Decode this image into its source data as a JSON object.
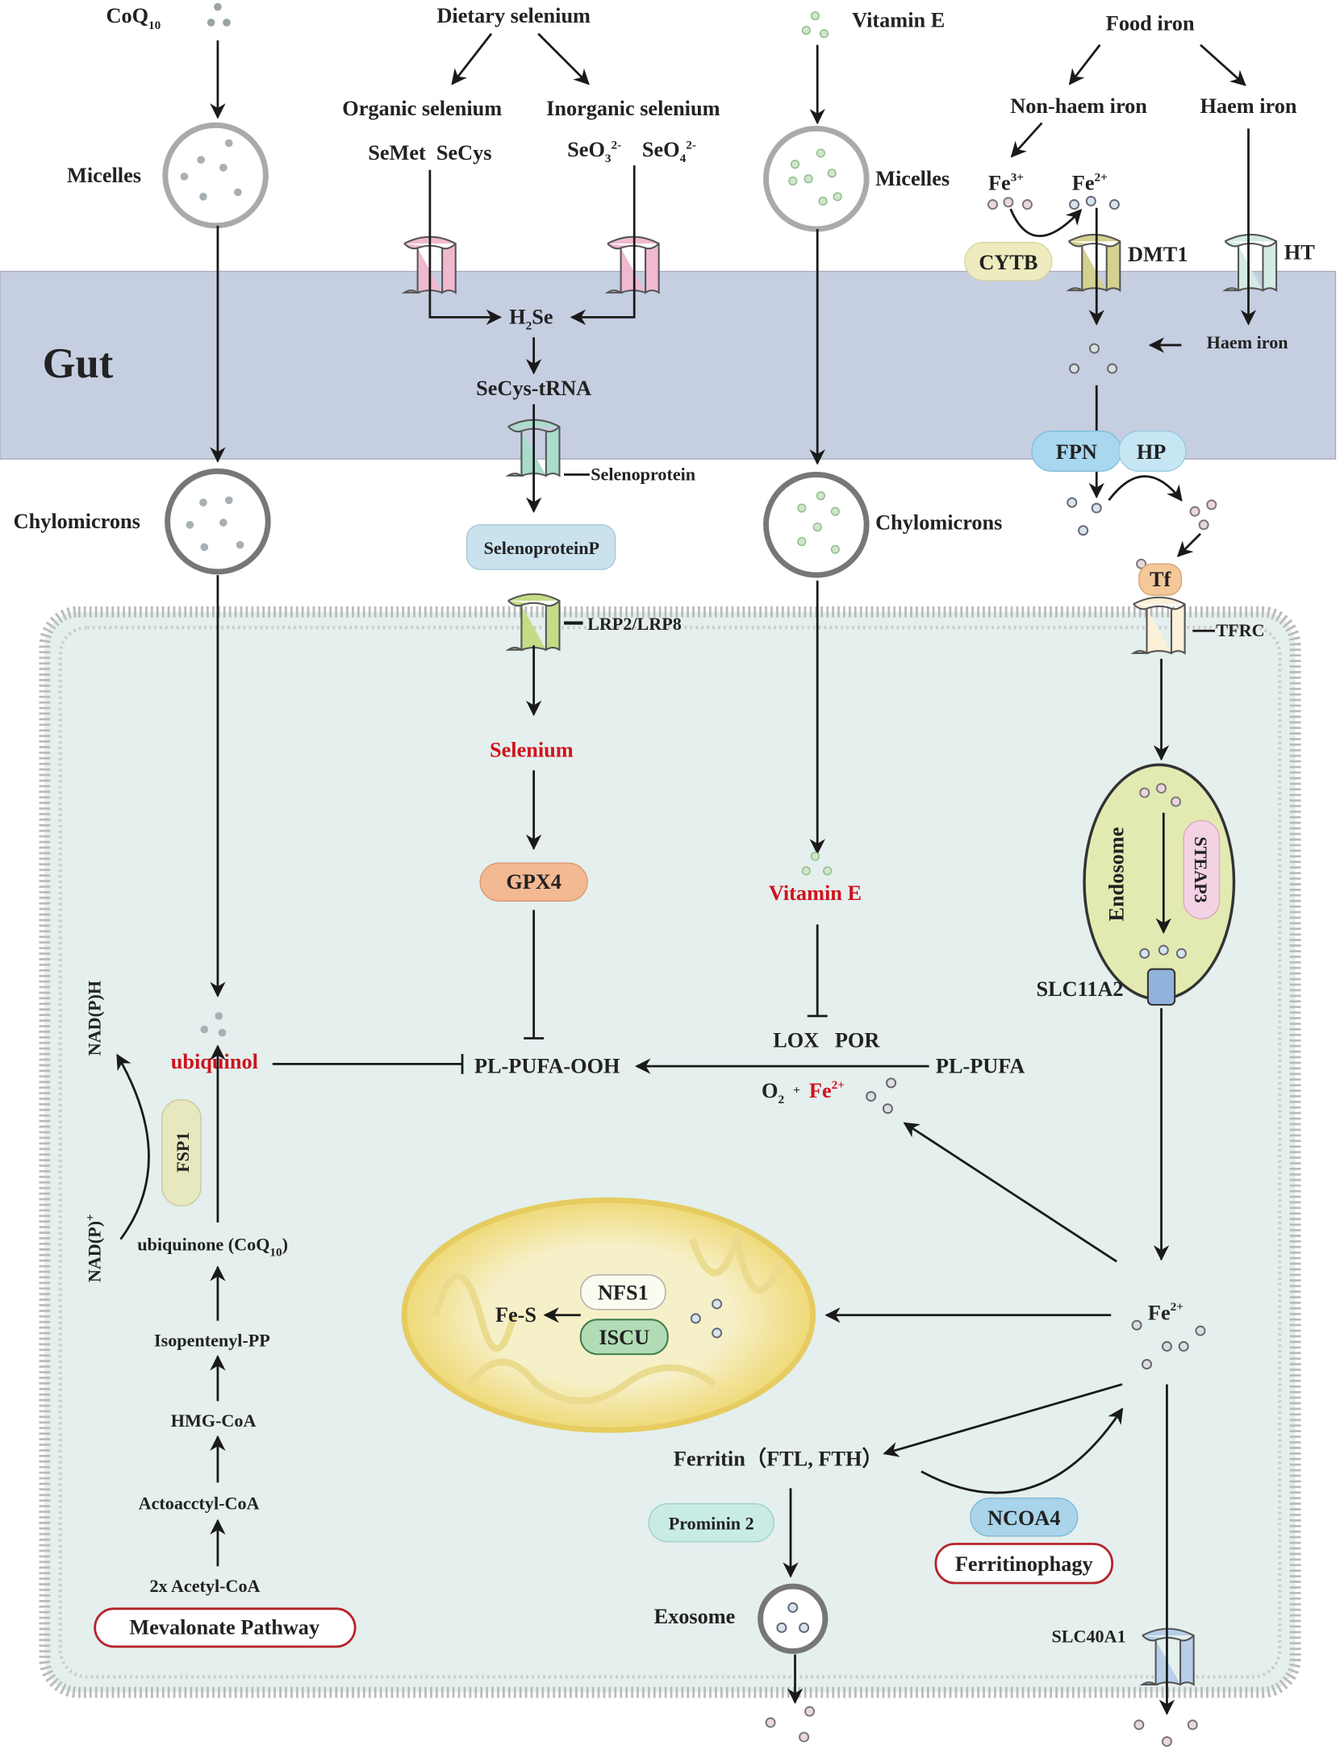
{
  "gut_label": "Gut",
  "coq10": {
    "main": "CoQ",
    "sub": "10"
  },
  "micelles_left": "Micelles",
  "chylomicrons_left": "Chylomicrons",
  "ubiquinol": "ubiquinol",
  "ubiquinone": {
    "main": "ubiquinone (CoQ",
    "sub": "10",
    "end": ")"
  },
  "isopentenyl": "Isopentenyl-PP",
  "hmg": "HMG-CoA",
  "acetoacetyl": "Actoacctyl-CoA",
  "acetyl": "2x Acetyl-CoA",
  "mevalonate": "Mevalonate Pathway",
  "fsp1": "FSP1",
  "nadph": "NAD(P)H",
  "nadp": {
    "main": "NAD(P)",
    "sup": "+"
  },
  "selenium": {
    "dietary": "Dietary selenium",
    "organic": "Organic selenium",
    "inorganic": "Inorganic selenium",
    "semet_secys": "SeMet  SeCys",
    "seo3": {
      "main": "SeO",
      "sub": "3",
      "sup": "2-"
    },
    "seo4": {
      "main": "SeO",
      "sub": "4",
      "sup": "2-"
    },
    "h2se": {
      "a": "H",
      "sub": "2",
      "b": "Se"
    },
    "secys_trna": "SeCys-tRNA",
    "selenoprotein": "Selenoprotein",
    "selenoproteinp": "SelenoproteinP",
    "lrp": "LRP2/LRP8",
    "selenium_red": "Selenium",
    "gpx4": "GPX4"
  },
  "vitamin_e": {
    "top": "Vitamin E",
    "micelles": "Micelles",
    "chylomicrons": "Chylomicrons",
    "inner": "Vitamin E"
  },
  "lipid": {
    "lox_por": "LOX   POR",
    "pl_pufa": "PL-PUFA",
    "pl_pufa_ooh": "PL-PUFA-OOH",
    "o2": {
      "main": "O",
      "sub": "2",
      "plus": "+"
    },
    "fe2": {
      "main": "Fe",
      "sup": "2+"
    }
  },
  "iron": {
    "food": "Food iron",
    "non_haem": "Non-haem iron",
    "haem": "Haem iron",
    "fe3": {
      "main": "Fe",
      "sup": "3+"
    },
    "fe2": {
      "main": "Fe",
      "sup": "2+"
    },
    "cytb": "CYTB",
    "dmt1": "DMT1",
    "ht": "HT",
    "haem_inner": "Haem iron",
    "fpn": "FPN",
    "hp": "HP",
    "tf": "Tf",
    "tfrc": "TFRC",
    "endosome": "Endosome",
    "steap3": "STEAP3",
    "slc11a2": "SLC11A2",
    "fe2_cell": {
      "main": "Fe",
      "sup": "2+"
    },
    "fes": "Fe-S",
    "nfs1": "NFS1",
    "iscu": "ISCU",
    "ferritin": "Ferritin（FTL, FTH）",
    "ncoa4": "NCOA4",
    "ferritinophagy": "Ferritinophagy",
    "prominin2": "Prominin 2",
    "exosome": "Exosome",
    "slc40a1": "SLC40A1"
  },
  "colors": {
    "gut": "#c6cee1",
    "cell": "#e4efee",
    "highlight_red": "#d0121b",
    "mitochondrion": "#f4e9a6",
    "endosome": "#e3eab1"
  }
}
